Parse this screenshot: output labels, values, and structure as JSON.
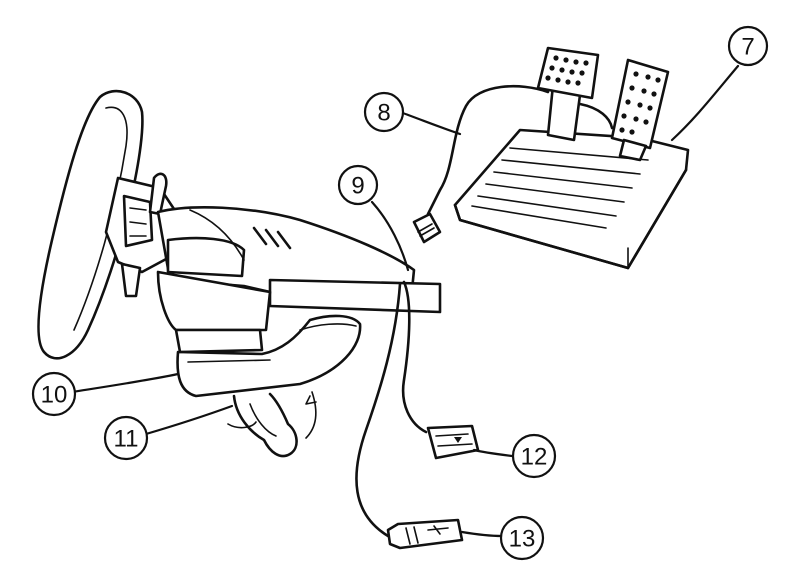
{
  "callouts": [
    {
      "id": "7",
      "label": "7"
    },
    {
      "id": "8",
      "label": "8"
    },
    {
      "id": "9",
      "label": "9"
    },
    {
      "id": "10",
      "label": "10"
    },
    {
      "id": "11",
      "label": "11"
    },
    {
      "id": "12",
      "label": "12"
    },
    {
      "id": "13",
      "label": "13"
    }
  ],
  "colors": {
    "line": "#111111",
    "background": "#ffffff"
  }
}
